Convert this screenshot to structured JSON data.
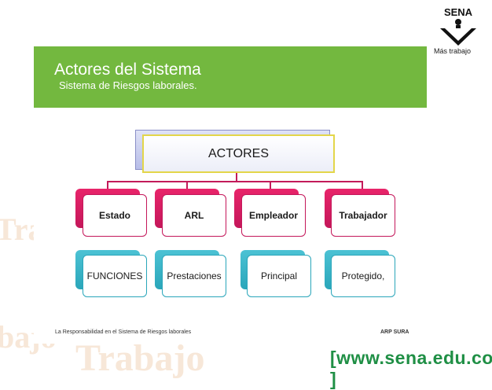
{
  "header": {
    "title": "Actores del Sistema",
    "subtitle": "Sistema  de Riesgos laborales."
  },
  "diagram": {
    "root": "ACTORES",
    "actors": [
      {
        "name": "Estado",
        "detail": "FUNCIONES"
      },
      {
        "name": "ARL",
        "detail": "Prestaciones"
      },
      {
        "name": "Empleador",
        "detail": "Principal"
      },
      {
        "name": "Trabajador",
        "detail": "Protegido,"
      }
    ]
  },
  "footer": {
    "left": "La Responsabilidad  en el Sistema de Riesgos laborales",
    "right": "ARP SURA"
  },
  "branding": {
    "logo_text": "SENA",
    "tagline": "Más trabajo",
    "url": "[www.sena.edu.co ]"
  },
  "background_words": [
    "Tra",
    "bajo",
    "Trabajo"
  ],
  "colors": {
    "banner": "#73b83f",
    "pink": "#c4175a",
    "teal": "#2aa6ba",
    "url": "#1f8f45"
  }
}
